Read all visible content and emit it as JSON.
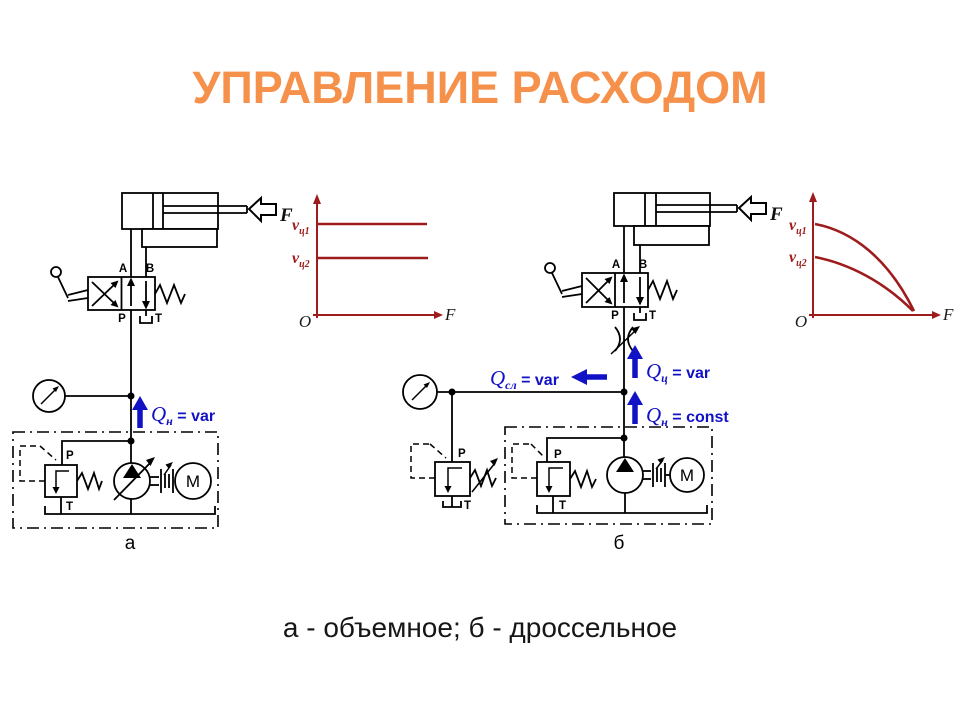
{
  "slide": {
    "title": "УПРАВЛЕНИЕ РАСХОДОМ",
    "caption": "а - объемное; б - дроссельное"
  },
  "colors": {
    "title_orange": "#F5914B",
    "ink_black": "#000000",
    "graph_dark_red": "#9E1C1C",
    "flow_blue": "#1111C6"
  },
  "a": {
    "letter": "а",
    "force": "F",
    "valve": {
      "A": "A",
      "B": "B",
      "P": "P",
      "T": "T"
    },
    "relief": {
      "P": "P",
      "T": "T"
    },
    "motor": "M",
    "q_pump": {
      "sym": "Q",
      "sub": "н",
      "eq": " = var"
    },
    "graph": {
      "origin": "O",
      "xlabel": "F",
      "v1": {
        "sym": "v",
        "sub": "ц1"
      },
      "v2": {
        "sym": "v",
        "sub": "ц2"
      }
    }
  },
  "b": {
    "letter": "б",
    "force": "F",
    "valve": {
      "A": "A",
      "B": "B",
      "P": "P",
      "T": "T"
    },
    "relief_ext": {
      "P": "P",
      "T": "T"
    },
    "relief": {
      "P": "P",
      "T": "T"
    },
    "motor": "M",
    "q_cyl": {
      "sym": "Q",
      "sub": "ц",
      "eq": " = var"
    },
    "q_drain": {
      "sym": "Q",
      "sub": "сл",
      "eq": " = var"
    },
    "q_pump": {
      "sym": "Q",
      "sub": "н",
      "eq": " = const"
    },
    "graph": {
      "origin": "O",
      "xlabel": "F",
      "v1": {
        "sym": "v",
        "sub": "ц1"
      },
      "v2": {
        "sym": "v",
        "sub": "ц2"
      }
    }
  },
  "chart_data": [
    {
      "type": "line",
      "title": "",
      "xlabel": "F",
      "ylabel": "",
      "legend_position": "left-of-axis",
      "grid": false,
      "series": [
        {
          "name": "v_ц1",
          "x": [
            0,
            1
          ],
          "y": [
            0.78,
            0.78
          ]
        },
        {
          "name": "v_ц2",
          "x": [
            0,
            1
          ],
          "y": [
            0.49,
            0.49
          ]
        }
      ]
    },
    {
      "type": "line",
      "title": "",
      "xlabel": "F",
      "ylabel": "",
      "legend_position": "left-of-axis",
      "grid": false,
      "series": [
        {
          "name": "v_ц1",
          "x": [
            0,
            0.3,
            0.6,
            0.85,
            1
          ],
          "y": [
            0.78,
            0.71,
            0.52,
            0.25,
            0
          ]
        },
        {
          "name": "v_ц2",
          "x": [
            0,
            0.3,
            0.6,
            0.85,
            1
          ],
          "y": [
            0.49,
            0.45,
            0.33,
            0.15,
            0
          ]
        }
      ]
    }
  ]
}
